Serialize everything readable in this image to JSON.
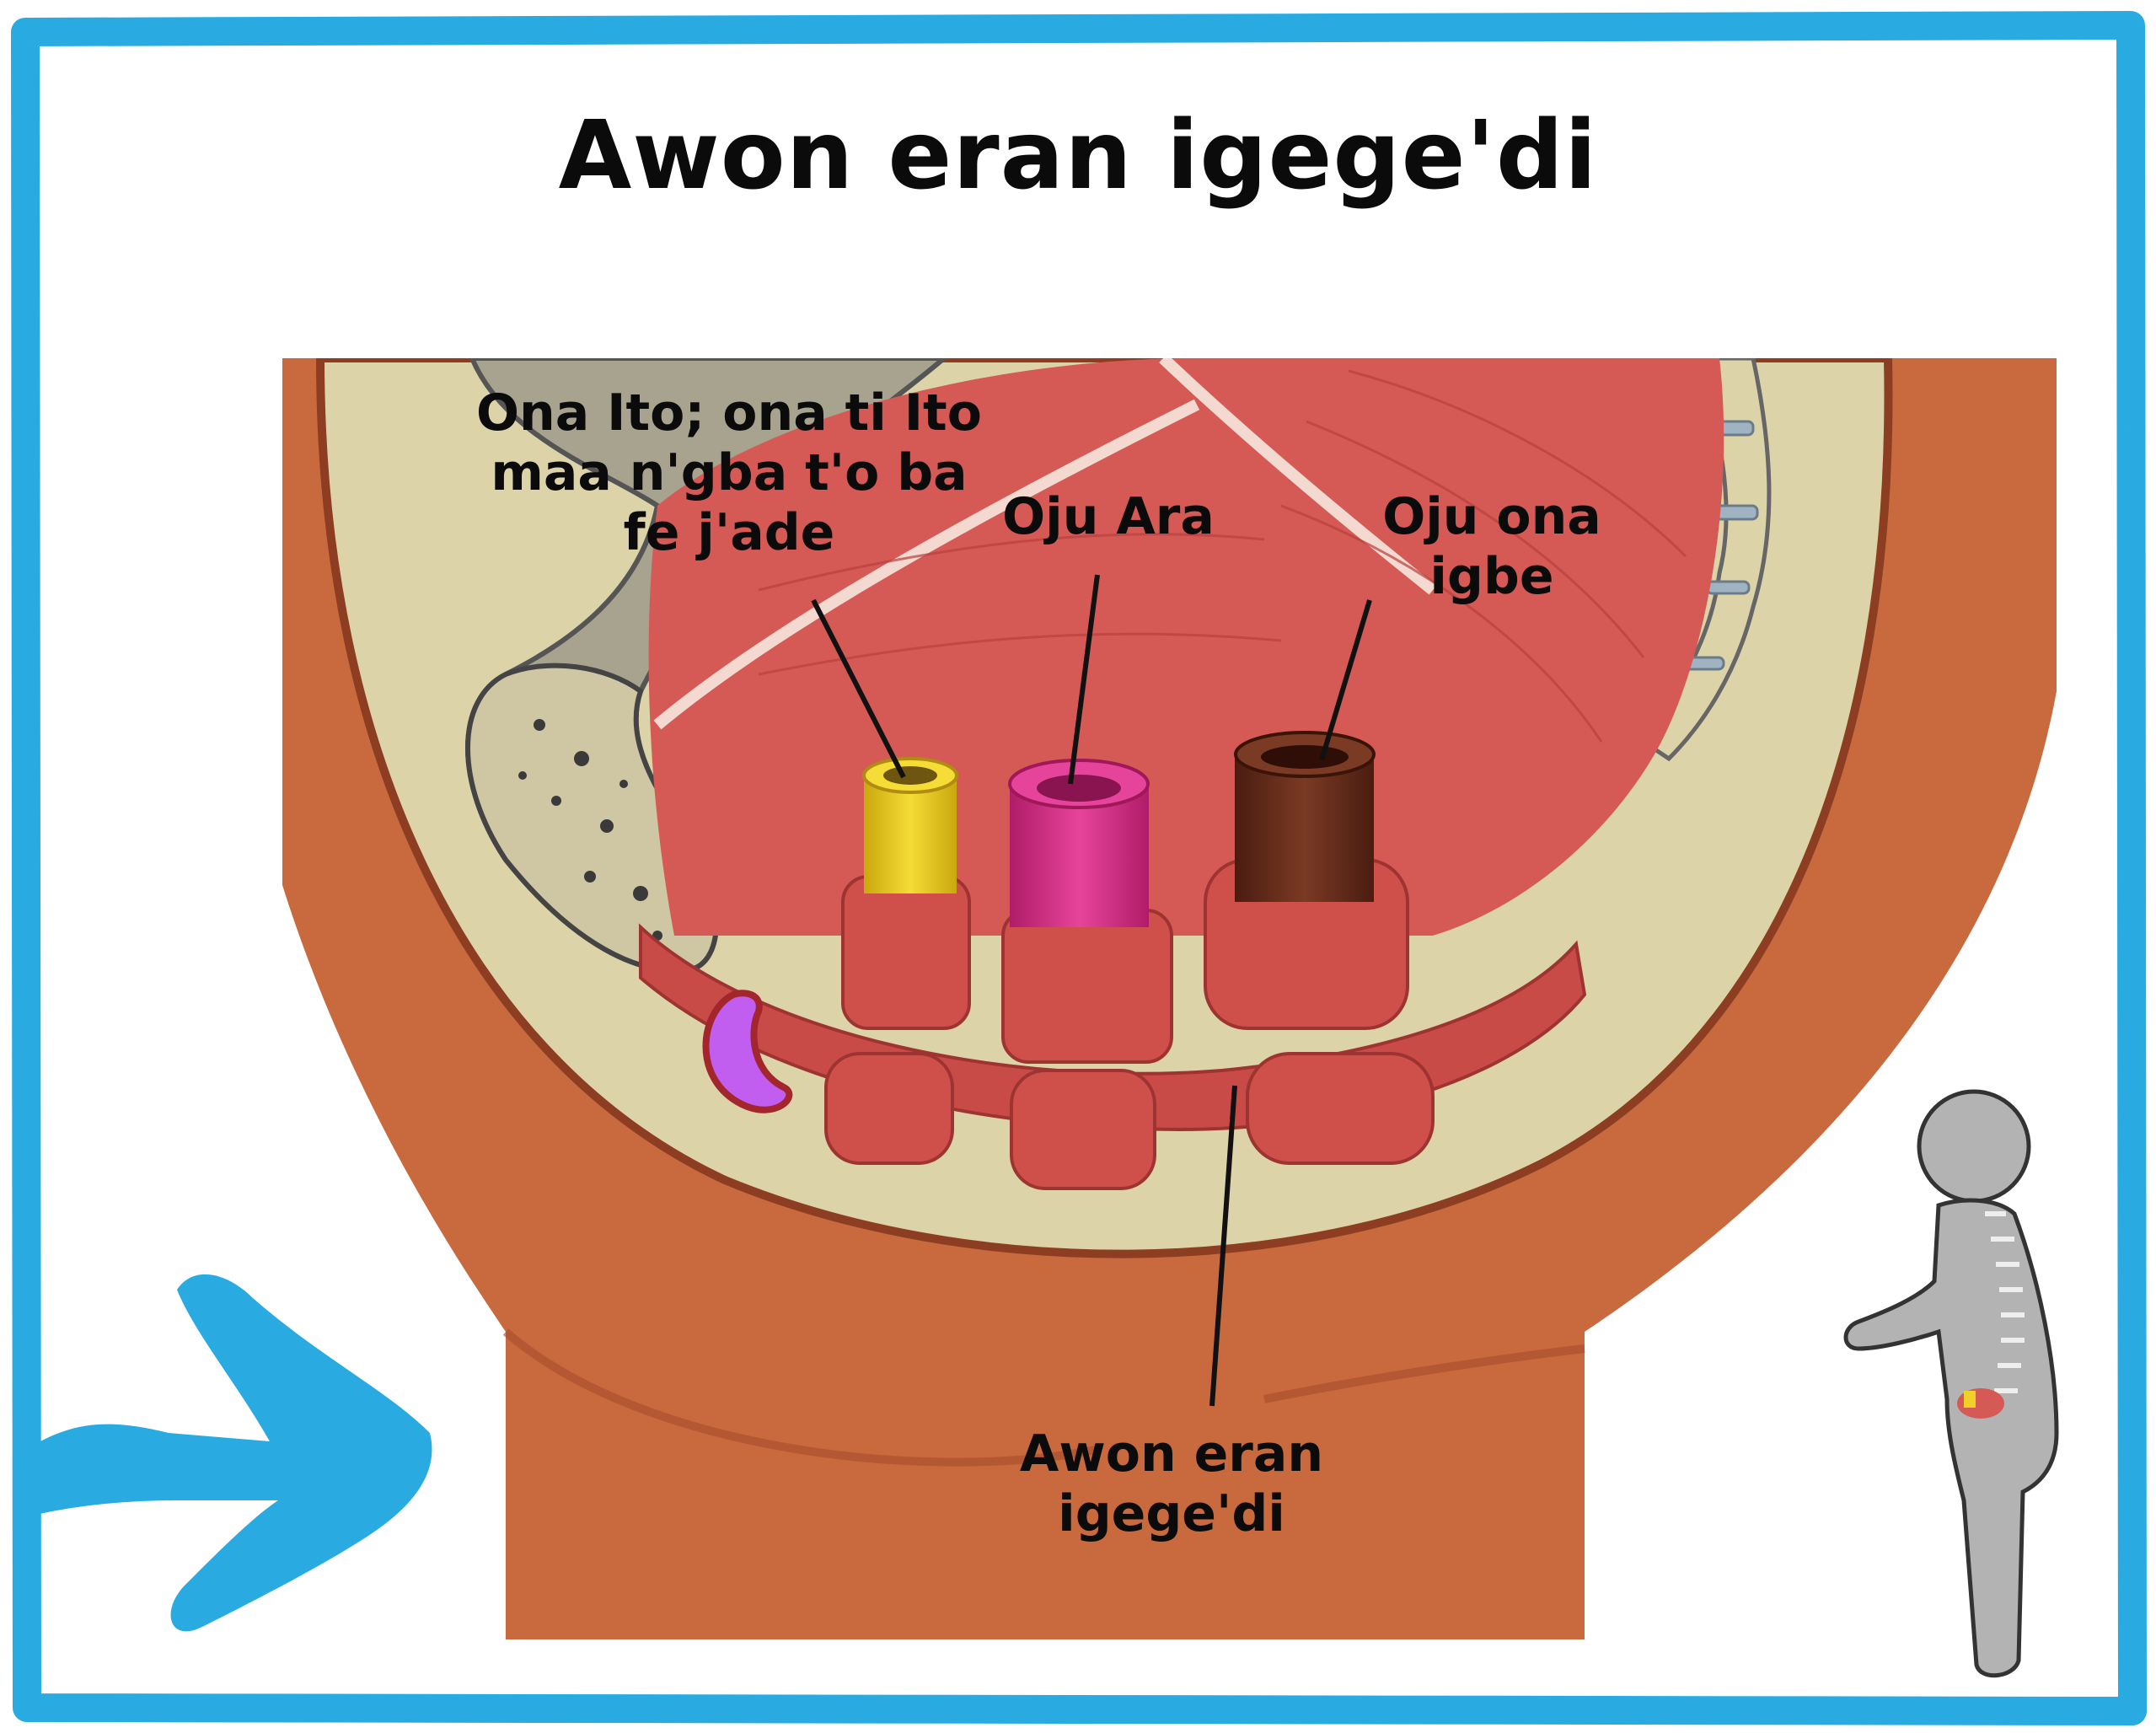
{
  "title": "Awon eran igege'di",
  "labels": {
    "urethra": "Ona Ito; ona ti Ito\nmaa n'gba t'o ba\nfe j'ade",
    "vagina": "Oju Ara",
    "anus": "Oju ona\nigbe",
    "pelvic_floor": "Awon eran\nigege'di"
  },
  "colors": {
    "frame": "#29abe2",
    "arrow": "#29abe2",
    "skin": "#c8693e",
    "muscle": "#d55a56",
    "bone": "#ddd3a8",
    "urethra": "#f2d02a",
    "vagina": "#e0358c",
    "anus": "#6e2e1c",
    "clitoris": "#c15ef0",
    "figure": "#b3b3b3"
  },
  "icons": [
    "arrow-icon",
    "human-figure-icon",
    "pelvis-illustration"
  ]
}
